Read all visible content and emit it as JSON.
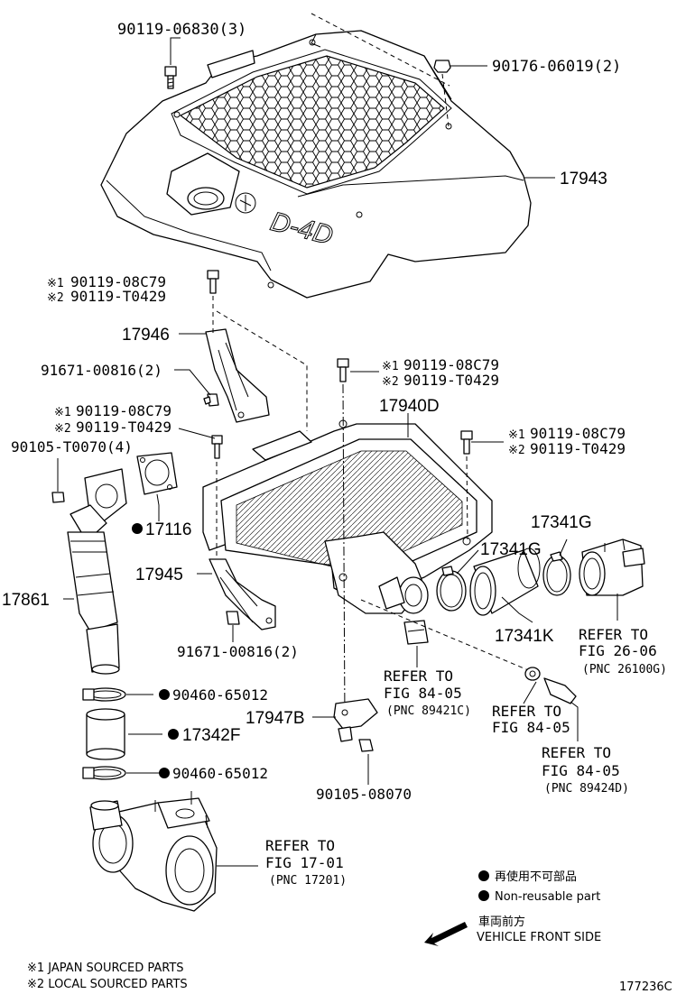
{
  "callouts": {
    "bolt_top": "90119-06830(3)",
    "nut_top": "90176-06019(2)",
    "engine_cover": "17943",
    "bolt_a_jp": "90119-08C79",
    "bolt_a_local": "90119-T0429",
    "bracket_upper": "17946",
    "bolt_b": "91671-00816(2)",
    "bolt_c_jp": "90119-08C79",
    "bolt_c_local": "90119-T0429",
    "stud": "90105-T0070(4)",
    "gasket": "17116",
    "outlet_pipe": "17861",
    "bolt_d_jp": "90119-08C79",
    "bolt_d_local": "90119-T0429",
    "intercooler": "17940D",
    "bolt_e_jp": "90119-08C79",
    "bolt_e_local": "90119-T0429",
    "clamp_upper": "17341G",
    "clamp_mid": "17341G",
    "bracket_lower": "17945",
    "hose": "17341K",
    "bolt_f": "91671-00816(2)",
    "clamp_a": "90460-65012",
    "hose_short": "17342F",
    "clamp_b": "90460-65012",
    "bracket_sensor": "17947B",
    "bolt_g": "90105-08070",
    "engine_badge": "D-4D"
  },
  "refs": {
    "throttle": {
      "line1": "REFER TO",
      "line2": "FIG 26-06",
      "line3": "(PNC 26100G)"
    },
    "sensor_a": {
      "line1": "REFER TO",
      "line2": "FIG 84-05",
      "line3": "(PNC 89421C)"
    },
    "sensor_b": {
      "line1": "REFER TO",
      "line2": "FIG 84-05"
    },
    "sensor_c": {
      "line1": "REFER TO",
      "line2": "FIG 84-05",
      "line3": "(PNC 89424D)"
    },
    "turbo": {
      "line1": "REFER TO",
      "line2": "FIG 17-01",
      "line3": "(PNC 17201)"
    }
  },
  "marks": {
    "japan": "※1",
    "local": "※2"
  },
  "legend": {
    "nonreusable_jp": "再使用不可部品",
    "nonreusable_en": "Non-reusable part",
    "front_jp": "車両前方",
    "front_en": "VEHICLE FRONT SIDE"
  },
  "footnotes": {
    "japan": "※1 JAPAN SOURCED PARTS",
    "local": "※2 LOCAL SOURCED PARTS"
  },
  "figure_id": "177236C"
}
